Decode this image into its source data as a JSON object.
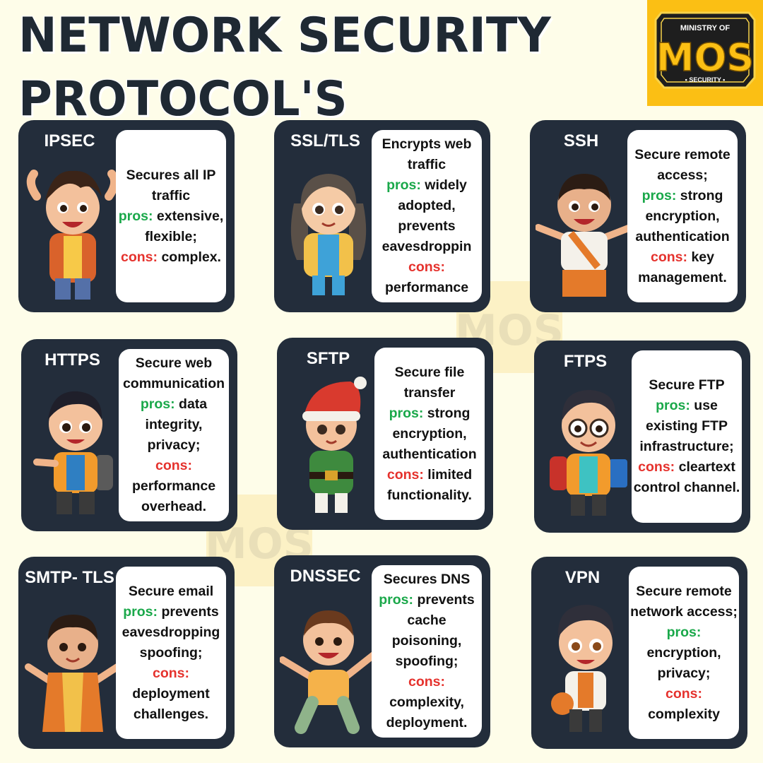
{
  "header": {
    "title_line1": "NETWORK SECURITY",
    "title_line2": "PROTOCOL'S"
  },
  "logo": {
    "top_text": "MINISTRY OF",
    "main_text": "MOS",
    "bottom_text": "SECURITY",
    "background_color": "#fbbf14"
  },
  "colors": {
    "card_bg": "#232d3b",
    "pros": "#1aa84a",
    "cons": "#e5322d",
    "page_bg": "#fefde9"
  },
  "labels": {
    "pros": "pros:",
    "cons": "cons:"
  },
  "cards": [
    {
      "name": "IPSEC",
      "summary": "Secures all IP traffic",
      "pros": "extensive, flexible;",
      "cons": "complex.",
      "icon": "boy-cheering-icon"
    },
    {
      "name": "SSL/TLS",
      "summary": "Encrypts web traffic",
      "pros": "widely adopted, prevents eavesdroppin",
      "cons": "performance",
      "icon": "girl-jacket-icon"
    },
    {
      "name": "SSH",
      "summary": "Secure remote access;",
      "pros": "strong encryption, authentication",
      "cons": "key management.",
      "icon": "boy-martial-arts-icon"
    },
    {
      "name": "HTTPS",
      "summary": "Secure web communication",
      "pros": "data integrity, privacy;",
      "cons": "performance overhead.",
      "icon": "boy-backpack-icon"
    },
    {
      "name": "SFTP",
      "summary": "Secure file transfer",
      "pros": "strong encryption, authentication",
      "cons": "limited functionality.",
      "icon": "girl-elf-icon"
    },
    {
      "name": "FTPS",
      "summary": "Secure FTP",
      "pros": "use existing FTP infrastructure;",
      "cons": "cleartext control channel.",
      "icon": "boy-glasses-icon"
    },
    {
      "name": "SMTP- TLS",
      "summary": "Secure email",
      "pros": "prevents eavesdropping spoofing;",
      "cons": "deployment challenges.",
      "icon": "boy-kimono-icon"
    },
    {
      "name": "DNSSEC",
      "summary": "Secures DNS",
      "pros": "prevents cache poisoning, spoofing;",
      "cons": "complexity, deployment.",
      "icon": "boy-jumping-icon"
    },
    {
      "name": "VPN",
      "summary": "Secure remote network access;",
      "pros": "encryption, privacy;",
      "cons": "complexity",
      "icon": "boy-basketball-icon"
    }
  ]
}
